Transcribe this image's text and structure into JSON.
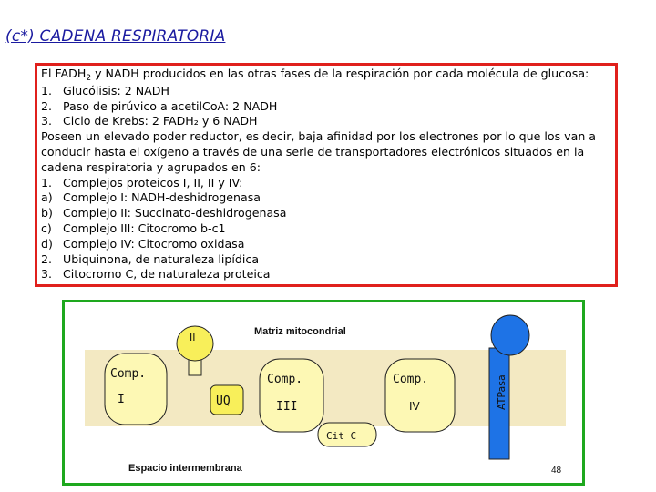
{
  "title": "(c*) CADENA RESPIRATORIA",
  "text": {
    "line1_pre": "El FADH",
    "line1_sub": "2",
    "line1_post": " y NADH producidos en las otras fases de la respiración por cada molécula de glucosa:",
    "items_intro": [
      {
        "num": "1.",
        "text": "Glucólisis: 2 NADH"
      },
      {
        "num": "2.",
        "text": "Paso de pirúvico a acetilCoA: 2 NADH"
      },
      {
        "num": "3.",
        "text": "Ciclo de Krebs: 2 FADH₂ y 6 NADH"
      }
    ],
    "para": [
      "Poseen un elevado poder reductor, es decir, baja afinidad por los electrones por lo que los van a",
      "conducir hasta el oxígeno a través de una serie de transportadores electrónicos situados en la",
      "cadena respiratoria y agrupados en 6:"
    ],
    "items_chain": [
      {
        "num": "1.",
        "text": "Complejos proteicos I, II, II y IV:"
      },
      {
        "num": "a)",
        "text": "Complejo I: NADH-deshidrogenasa"
      },
      {
        "num": "b)",
        "text": "Complejo II: Succinato-deshidrogenasa"
      },
      {
        "num": "c)",
        "text": "Complejo III: Citocromo b-c1"
      },
      {
        "num": "d)",
        "text": "Complejo IV: Citocromo oxidasa"
      },
      {
        "num": "2.",
        "text": "Ubiquinona, de naturaleza lipídica"
      },
      {
        "num": "3.",
        "text": "Citocromo C, de naturaleza proteica"
      }
    ]
  },
  "figure": {
    "matrix_label": "Matriz mitocondrial",
    "intermembrane_label": "Espacio intermembrana",
    "complex_ii_label": "II",
    "comp1_label_a": "Comp.",
    "comp1_label_b": "I",
    "uq_label": "UQ",
    "comp3_label_a": "Comp.",
    "comp3_label_b": "III",
    "cytc_label": "Cit C",
    "comp4_label_a": "Comp.",
    "comp4_label_b": "IV",
    "atpase_label": "ATPasa",
    "page_number": "48",
    "colors": {
      "membrane": "#f3e9c2",
      "complex_fill": "#fdf8b4",
      "uq_fill": "#f8ef5a",
      "atpase_fill": "#1e73e6",
      "frame": "#1ea81e",
      "title_blue": "#1a1aa0",
      "box_red": "#e0201c"
    }
  }
}
